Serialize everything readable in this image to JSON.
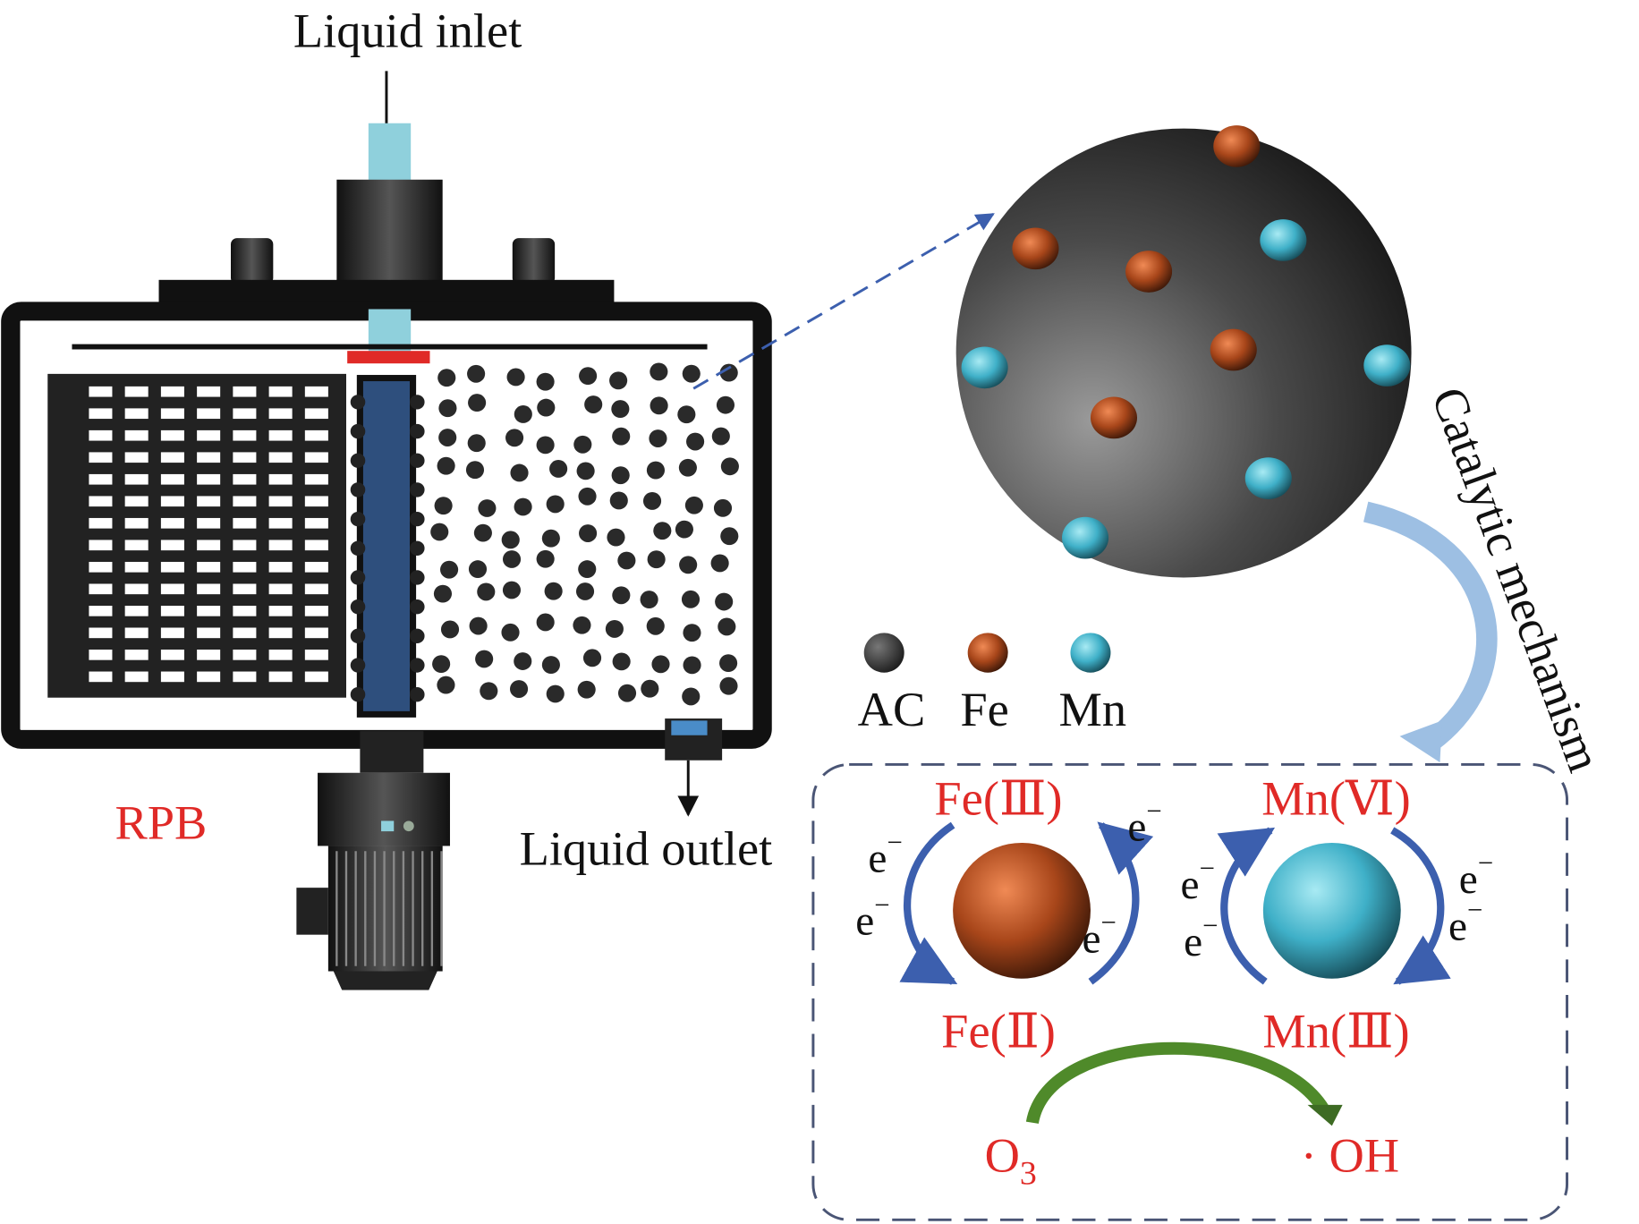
{
  "rpb": {
    "inlet_label": "Liquid inlet",
    "outlet_label": "Liquid outlet",
    "device_label": "RPB"
  },
  "catalyst": {
    "mechanism_label": "Catalytic mechanism",
    "legend": [
      {
        "label": "AC",
        "color": "#3a3a3a"
      },
      {
        "label": "Fe",
        "color": "#b5501c"
      },
      {
        "label": "Mn",
        "color": "#4fc0d6"
      }
    ]
  },
  "mechanism": {
    "fe_high": "Fe(Ⅲ)",
    "fe_low": "Fe(Ⅱ)",
    "mn_high": "Mn(Ⅵ)",
    "mn_low": "Mn(Ⅲ)",
    "electron": "e",
    "electron_charge": "−",
    "reactant": "O",
    "reactant_subscript": "3",
    "product": "· OH"
  },
  "colors": {
    "red_text": "#e02a27",
    "fe": "#b5501c",
    "mn": "#4fc0d6",
    "arrow_blue": "#3c5fae",
    "arrow_green": "#4f8a2a"
  }
}
